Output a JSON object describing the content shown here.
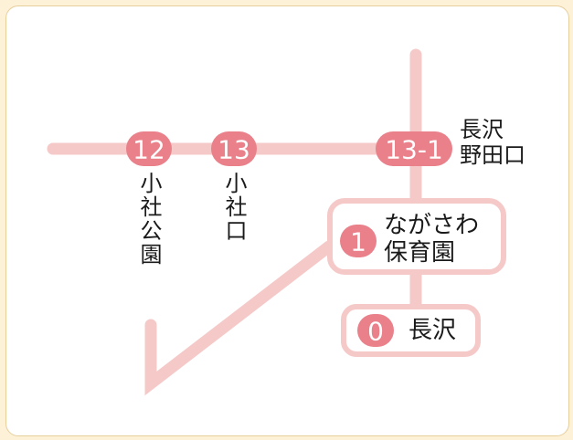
{
  "colors": {
    "background": "#fdf1d8",
    "card": "#ffffff",
    "route": "#f6c9c9",
    "badge": "#e9808a",
    "text": "#1a1a1a"
  },
  "stops": [
    {
      "number": "12",
      "name": "小社公園"
    },
    {
      "number": "13",
      "name": "小社口"
    },
    {
      "number": "13-1",
      "name_line1": "長沢",
      "name_line2": "野田口"
    },
    {
      "number": "1",
      "name_line1": "ながさわ",
      "name_line2": "保育園"
    },
    {
      "number": "0",
      "name": "長沢"
    }
  ]
}
